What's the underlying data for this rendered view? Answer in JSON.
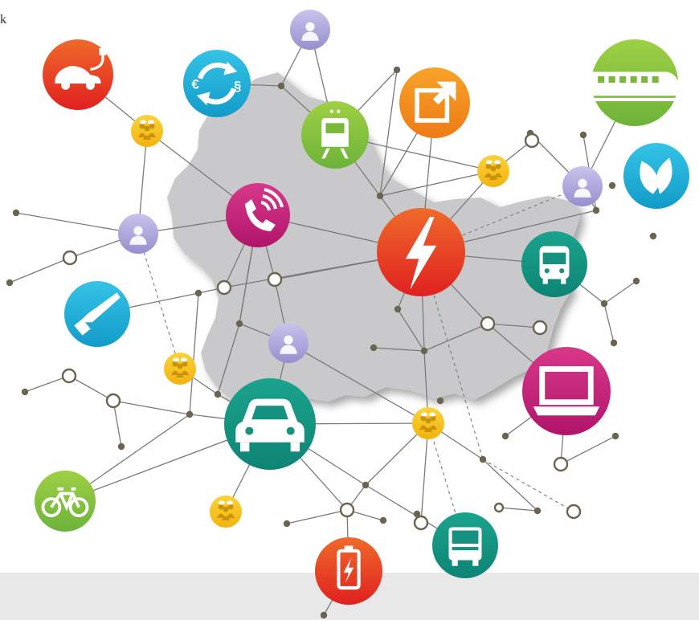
{
  "corner_text": "k",
  "colors": {
    "map_fill": "#c9c9cb",
    "line": "#7a7a7a",
    "dot": "#6b6450",
    "person": "#a9a4d8",
    "group": "#f7c31c",
    "red": "#e8402a",
    "orange": "#f08c1e",
    "cyan": "#1ab0d8",
    "green": "#8cc63e",
    "teal": "#16917f",
    "magenta": "#c41f77",
    "band": "#e8e8e8"
  },
  "icons": [
    {
      "name": "electric-car-icon",
      "kind": "ecar",
      "color": "red"
    },
    {
      "name": "currency-exchange-icon",
      "kind": "exchange",
      "color": "cyan"
    },
    {
      "name": "person-icon-top",
      "kind": "person",
      "color": "person"
    },
    {
      "name": "tram-icon",
      "kind": "tram",
      "color": "green"
    },
    {
      "name": "share-icon",
      "kind": "share",
      "color": "orange"
    },
    {
      "name": "train-icon",
      "kind": "train",
      "color": "green"
    },
    {
      "name": "leaf-icon",
      "kind": "leaf",
      "color": "cyan"
    },
    {
      "name": "group-icon-1",
      "kind": "group",
      "color": "group"
    },
    {
      "name": "group-icon-2",
      "kind": "group",
      "color": "group"
    },
    {
      "name": "person-icon-right",
      "kind": "person",
      "color": "person"
    },
    {
      "name": "person-icon-left",
      "kind": "person",
      "color": "person"
    },
    {
      "name": "phone-icon",
      "kind": "phone",
      "color": "magenta"
    },
    {
      "name": "lightning-icon",
      "kind": "bolt",
      "color": "red"
    },
    {
      "name": "bus-icon",
      "kind": "bus",
      "color": "teal"
    },
    {
      "name": "saw-icon",
      "kind": "saw",
      "color": "cyan"
    },
    {
      "name": "person-icon-center",
      "kind": "person",
      "color": "person"
    },
    {
      "name": "group-icon-3",
      "kind": "group",
      "color": "group"
    },
    {
      "name": "laptop-icon",
      "kind": "laptop",
      "color": "magenta"
    },
    {
      "name": "car-icon",
      "kind": "car",
      "color": "teal"
    },
    {
      "name": "group-icon-4",
      "kind": "group",
      "color": "group"
    },
    {
      "name": "bicycle-icon",
      "kind": "bike",
      "color": "green"
    },
    {
      "name": "group-icon-5",
      "kind": "group",
      "color": "group"
    },
    {
      "name": "truck-icon",
      "kind": "truck",
      "color": "teal"
    },
    {
      "name": "battery-icon",
      "kind": "battery",
      "color": "red"
    }
  ]
}
